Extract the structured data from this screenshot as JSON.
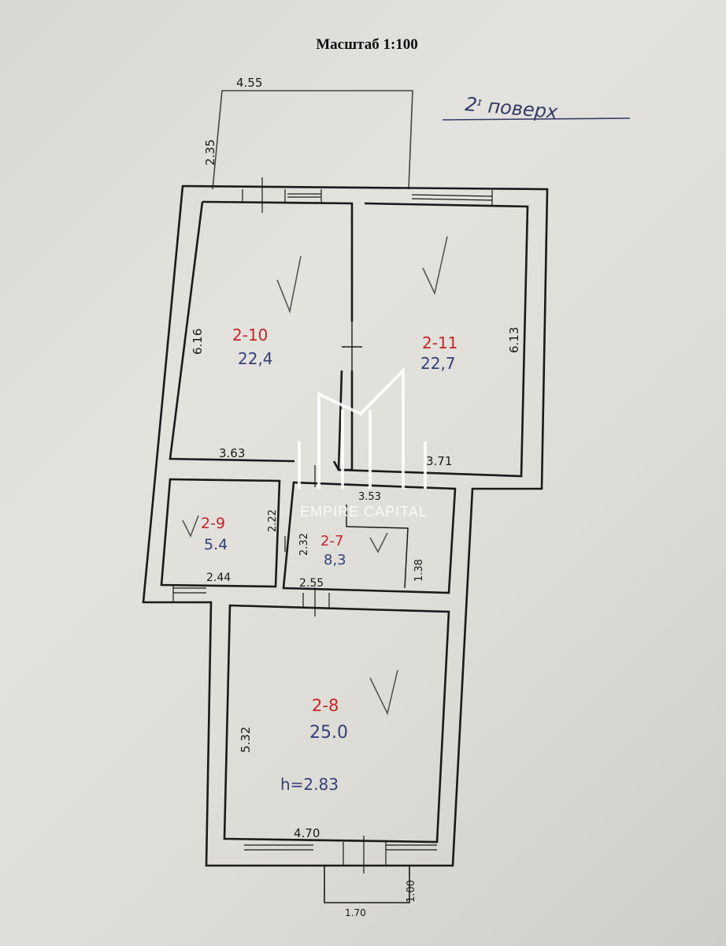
{
  "header": {
    "scale": "Масштаб 1:100"
  },
  "floor_label": "2ᶦ поверх",
  "rooms": [
    {
      "id": "2-10",
      "area": "22,4"
    },
    {
      "id": "2-11",
      "area": "22,7"
    },
    {
      "id": "2-9",
      "area": "5.4"
    },
    {
      "id": "2-7",
      "area": "8,3"
    },
    {
      "id": "2-8",
      "area": "25.0",
      "height": "h=2.83"
    }
  ],
  "dimensions": {
    "balcony_width": "4.55",
    "balcony_depth": "2.35",
    "room10_height": "6.16",
    "room10_width": "3.63",
    "room11_height": "6.13",
    "room11_width": "3.71",
    "room7_top": "3.53",
    "room7_side": "1.38",
    "room7_left": "2.32",
    "room7_bottom": "2.55",
    "room9_side": "2.22",
    "room9_width": "2.44",
    "room8_height": "5.32",
    "room8_width": "4.70",
    "porch_width": "1.70",
    "porch_depth": "1.00"
  },
  "watermark": {
    "text": "EMPIRE CAPITAL"
  },
  "colors": {
    "ink": "#1a1a1a",
    "pencil": "#555555",
    "red": "#c4262a",
    "blue": "#33407a"
  }
}
